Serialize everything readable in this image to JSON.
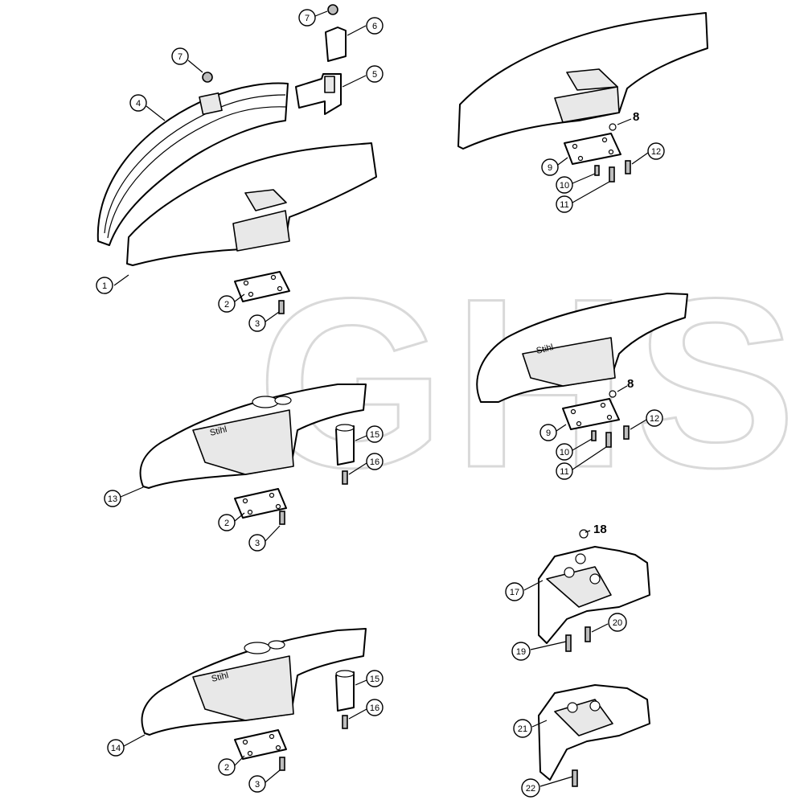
{
  "watermark": {
    "text": "GHS"
  },
  "callouts": {
    "c1": "1",
    "c2a": "2",
    "c3a": "3",
    "c4": "4",
    "c5": "5",
    "c6": "6",
    "c7a": "7",
    "c7b": "7",
    "c8a": "8",
    "c9a": "9",
    "c10a": "10",
    "c11a": "11",
    "c12a": "12",
    "c8b": "8",
    "c9b": "9",
    "c10b": "10",
    "c11b": "11",
    "c12b": "12",
    "c13": "13",
    "c15a": "15",
    "c16a": "16",
    "c2b": "2",
    "c3b": "3",
    "c14": "14",
    "c15b": "15",
    "c16b": "16",
    "c2c": "2",
    "c3c": "3",
    "c17": "17",
    "c18": "18",
    "c19": "19",
    "c20": "20",
    "c21": "21",
    "c22": "22"
  },
  "part_label_text": "Stihl"
}
